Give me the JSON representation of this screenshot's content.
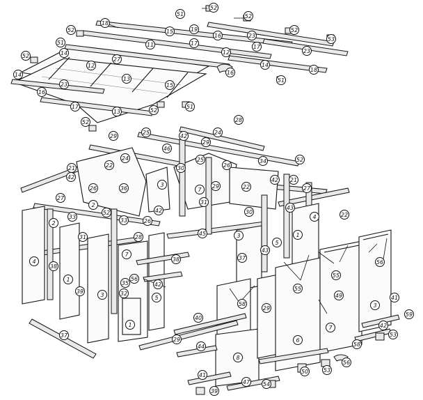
{
  "diagram": {
    "callouts": [
      {
        "id": "c-51-a",
        "label": "51"
      },
      {
        "id": "c-52-a",
        "label": "52"
      },
      {
        "id": "c-52-b",
        "label": "52"
      },
      {
        "id": "c-18-a",
        "label": "18"
      },
      {
        "id": "c-19-a",
        "label": "19"
      },
      {
        "id": "c-15-a",
        "label": "15"
      },
      {
        "id": "c-16-a",
        "label": "16"
      },
      {
        "id": "c-23-a",
        "label": "23"
      },
      {
        "id": "c-52-c",
        "label": "52"
      },
      {
        "id": "c-53-a",
        "label": "53"
      },
      {
        "id": "c-52-d",
        "label": "52"
      },
      {
        "id": "c-51-b",
        "label": "51"
      },
      {
        "id": "c-11-a",
        "label": "11"
      },
      {
        "id": "c-17-a",
        "label": "17"
      },
      {
        "id": "c-12-a",
        "label": "12"
      },
      {
        "id": "c-17-b",
        "label": "17"
      },
      {
        "id": "c-23-b",
        "label": "23"
      },
      {
        "id": "c-52-e",
        "label": "52"
      },
      {
        "id": "c-14-a",
        "label": "14"
      },
      {
        "id": "c-12-b",
        "label": "12"
      },
      {
        "id": "c-27-a",
        "label": "27"
      },
      {
        "id": "c-14-b",
        "label": "14"
      },
      {
        "id": "c-18-b",
        "label": "18"
      },
      {
        "id": "c-16-b",
        "label": "16"
      },
      {
        "id": "c-13-a",
        "label": "13"
      },
      {
        "id": "c-51-c",
        "label": "51"
      },
      {
        "id": "c-14-c",
        "label": "14"
      },
      {
        "id": "c-23-c",
        "label": "23"
      },
      {
        "id": "c-15-b",
        "label": "15"
      },
      {
        "id": "c-16-c",
        "label": "16"
      },
      {
        "id": "c-17-c",
        "label": "17"
      },
      {
        "id": "c-52-f",
        "label": "52"
      },
      {
        "id": "c-51-d",
        "label": "51"
      },
      {
        "id": "c-13-b",
        "label": "13"
      },
      {
        "id": "c-52-g",
        "label": "52"
      },
      {
        "id": "c-28-a",
        "label": "28"
      },
      {
        "id": "c-24-a",
        "label": "24"
      },
      {
        "id": "c-29-a",
        "label": "29"
      },
      {
        "id": "c-25-a",
        "label": "25"
      },
      {
        "id": "c-42-a",
        "label": "42"
      },
      {
        "id": "c-29-b",
        "label": "29"
      },
      {
        "id": "c-46-a",
        "label": "46"
      },
      {
        "id": "c-24-b",
        "label": "24"
      },
      {
        "id": "c-25-b",
        "label": "25"
      },
      {
        "id": "c-26-a",
        "label": "26"
      },
      {
        "id": "c-34-a",
        "label": "34"
      },
      {
        "id": "c-52-h",
        "label": "52"
      },
      {
        "id": "c-22-a",
        "label": "22"
      },
      {
        "id": "c-30-a",
        "label": "30"
      },
      {
        "id": "c-21-a",
        "label": "21"
      },
      {
        "id": "c-42-b",
        "label": "42"
      },
      {
        "id": "c-26-b",
        "label": "26"
      },
      {
        "id": "c-36-a",
        "label": "36"
      },
      {
        "id": "c-3-a",
        "label": "3"
      },
      {
        "id": "c-7-a",
        "label": "7"
      },
      {
        "id": "c-29-c",
        "label": "29"
      },
      {
        "id": "c-22-b",
        "label": "22"
      },
      {
        "id": "c-42-c",
        "label": "42"
      },
      {
        "id": "c-21-b",
        "label": "21"
      },
      {
        "id": "c-27-b",
        "label": "27"
      },
      {
        "id": "c-27-c",
        "label": "27"
      },
      {
        "id": "c-2-a",
        "label": "2"
      },
      {
        "id": "c-31-a",
        "label": "31"
      },
      {
        "id": "c-43-a",
        "label": "43"
      },
      {
        "id": "c-52-i",
        "label": "52"
      },
      {
        "id": "c-42-d",
        "label": "42"
      },
      {
        "id": "c-33-a",
        "label": "33"
      },
      {
        "id": "c-33-b",
        "label": "33"
      },
      {
        "id": "c-30-b",
        "label": "30"
      },
      {
        "id": "c-22-c",
        "label": "22"
      },
      {
        "id": "c-2-b",
        "label": "2"
      },
      {
        "id": "c-26-c",
        "label": "26"
      },
      {
        "id": "c-4-a",
        "label": "4"
      },
      {
        "id": "c-1-a",
        "label": "1"
      },
      {
        "id": "c-31-b",
        "label": "31"
      },
      {
        "id": "c-28-b",
        "label": "28"
      },
      {
        "id": "c-45-a",
        "label": "45"
      },
      {
        "id": "c-3-b",
        "label": "3"
      },
      {
        "id": "c-5-a",
        "label": "5"
      },
      {
        "id": "c-4-b",
        "label": "4"
      },
      {
        "id": "c-38-a",
        "label": "38"
      },
      {
        "id": "c-7-b",
        "label": "7"
      },
      {
        "id": "c-1-b",
        "label": "1"
      },
      {
        "id": "c-37-a",
        "label": "37"
      },
      {
        "id": "c-43-b",
        "label": "43"
      },
      {
        "id": "c-39-a",
        "label": "39"
      },
      {
        "id": "c-38-b",
        "label": "38"
      },
      {
        "id": "c-56-a",
        "label": "56"
      },
      {
        "id": "c-42-e",
        "label": "42"
      },
      {
        "id": "c-35-a",
        "label": "35"
      },
      {
        "id": "c-3-c",
        "label": "3"
      },
      {
        "id": "c-32-a",
        "label": "32"
      },
      {
        "id": "c-5-b",
        "label": "5"
      },
      {
        "id": "c-55-a",
        "label": "55"
      },
      {
        "id": "c-55-b",
        "label": "55"
      },
      {
        "id": "c-56-b",
        "label": "56"
      },
      {
        "id": "c-58-a",
        "label": "58"
      },
      {
        "id": "c-29-d",
        "label": "29"
      },
      {
        "id": "c-49-a",
        "label": "49"
      },
      {
        "id": "c-41-a",
        "label": "41"
      },
      {
        "id": "c-3-d",
        "label": "3"
      },
      {
        "id": "c-1-c",
        "label": "1"
      },
      {
        "id": "c-40-a",
        "label": "40"
      },
      {
        "id": "c-37-b",
        "label": "37"
      },
      {
        "id": "c-29-e",
        "label": "29"
      },
      {
        "id": "c-6-a",
        "label": "6"
      },
      {
        "id": "c-7-c",
        "label": "7"
      },
      {
        "id": "c-59-a",
        "label": "59"
      },
      {
        "id": "c-42-f",
        "label": "42"
      },
      {
        "id": "c-53-b",
        "label": "53"
      },
      {
        "id": "c-58-b",
        "label": "58"
      },
      {
        "id": "c-44-a",
        "label": "44"
      },
      {
        "id": "c-8-a",
        "label": "8"
      },
      {
        "id": "c-56-c",
        "label": "56"
      },
      {
        "id": "c-53-c",
        "label": "53"
      },
      {
        "id": "c-50-a",
        "label": "50"
      },
      {
        "id": "c-41-b",
        "label": "41"
      },
      {
        "id": "c-47-a",
        "label": "47"
      },
      {
        "id": "c-54-a",
        "label": "54"
      },
      {
        "id": "c-39-b",
        "label": "39"
      }
    ]
  }
}
